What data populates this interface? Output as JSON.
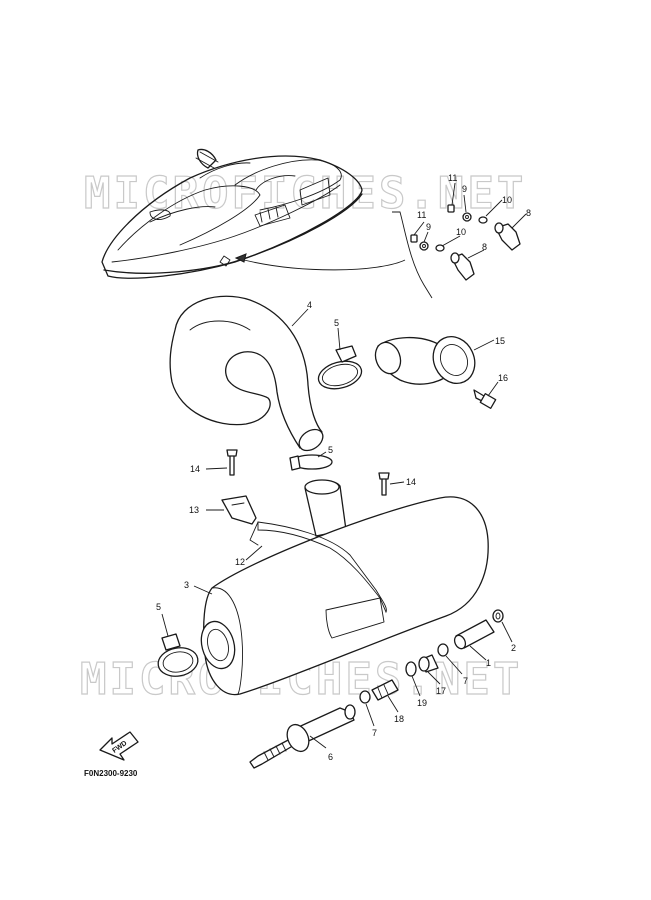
{
  "watermark": {
    "text": "MICROFICHES.NET"
  },
  "callouts": [
    {
      "id": "c4",
      "label": "4"
    },
    {
      "id": "c5a",
      "label": "5"
    },
    {
      "id": "c15",
      "label": "15"
    },
    {
      "id": "c16",
      "label": "16"
    },
    {
      "id": "c5b",
      "label": "5"
    },
    {
      "id": "c14a",
      "label": "14"
    },
    {
      "id": "c14b",
      "label": "14"
    },
    {
      "id": "c13",
      "label": "13"
    },
    {
      "id": "c12",
      "label": "12"
    },
    {
      "id": "c3",
      "label": "3"
    },
    {
      "id": "c5c",
      "label": "5"
    },
    {
      "id": "c1",
      "label": "1"
    },
    {
      "id": "c2",
      "label": "2"
    },
    {
      "id": "c7a",
      "label": "7"
    },
    {
      "id": "c17",
      "label": "17"
    },
    {
      "id": "c19",
      "label": "19"
    },
    {
      "id": "c18",
      "label": "18"
    },
    {
      "id": "c7b",
      "label": "7"
    },
    {
      "id": "c6",
      "label": "6"
    },
    {
      "id": "c11a",
      "label": "11"
    },
    {
      "id": "c9a",
      "label": "9"
    },
    {
      "id": "c10a",
      "label": "10"
    },
    {
      "id": "c8a",
      "label": "8"
    },
    {
      "id": "c11b",
      "label": "11"
    },
    {
      "id": "c9b",
      "label": "9"
    },
    {
      "id": "c10b",
      "label": "10"
    },
    {
      "id": "c8b",
      "label": "8"
    }
  ],
  "fwd_label": "FWD",
  "diagram_code": "F0N2300-9230"
}
